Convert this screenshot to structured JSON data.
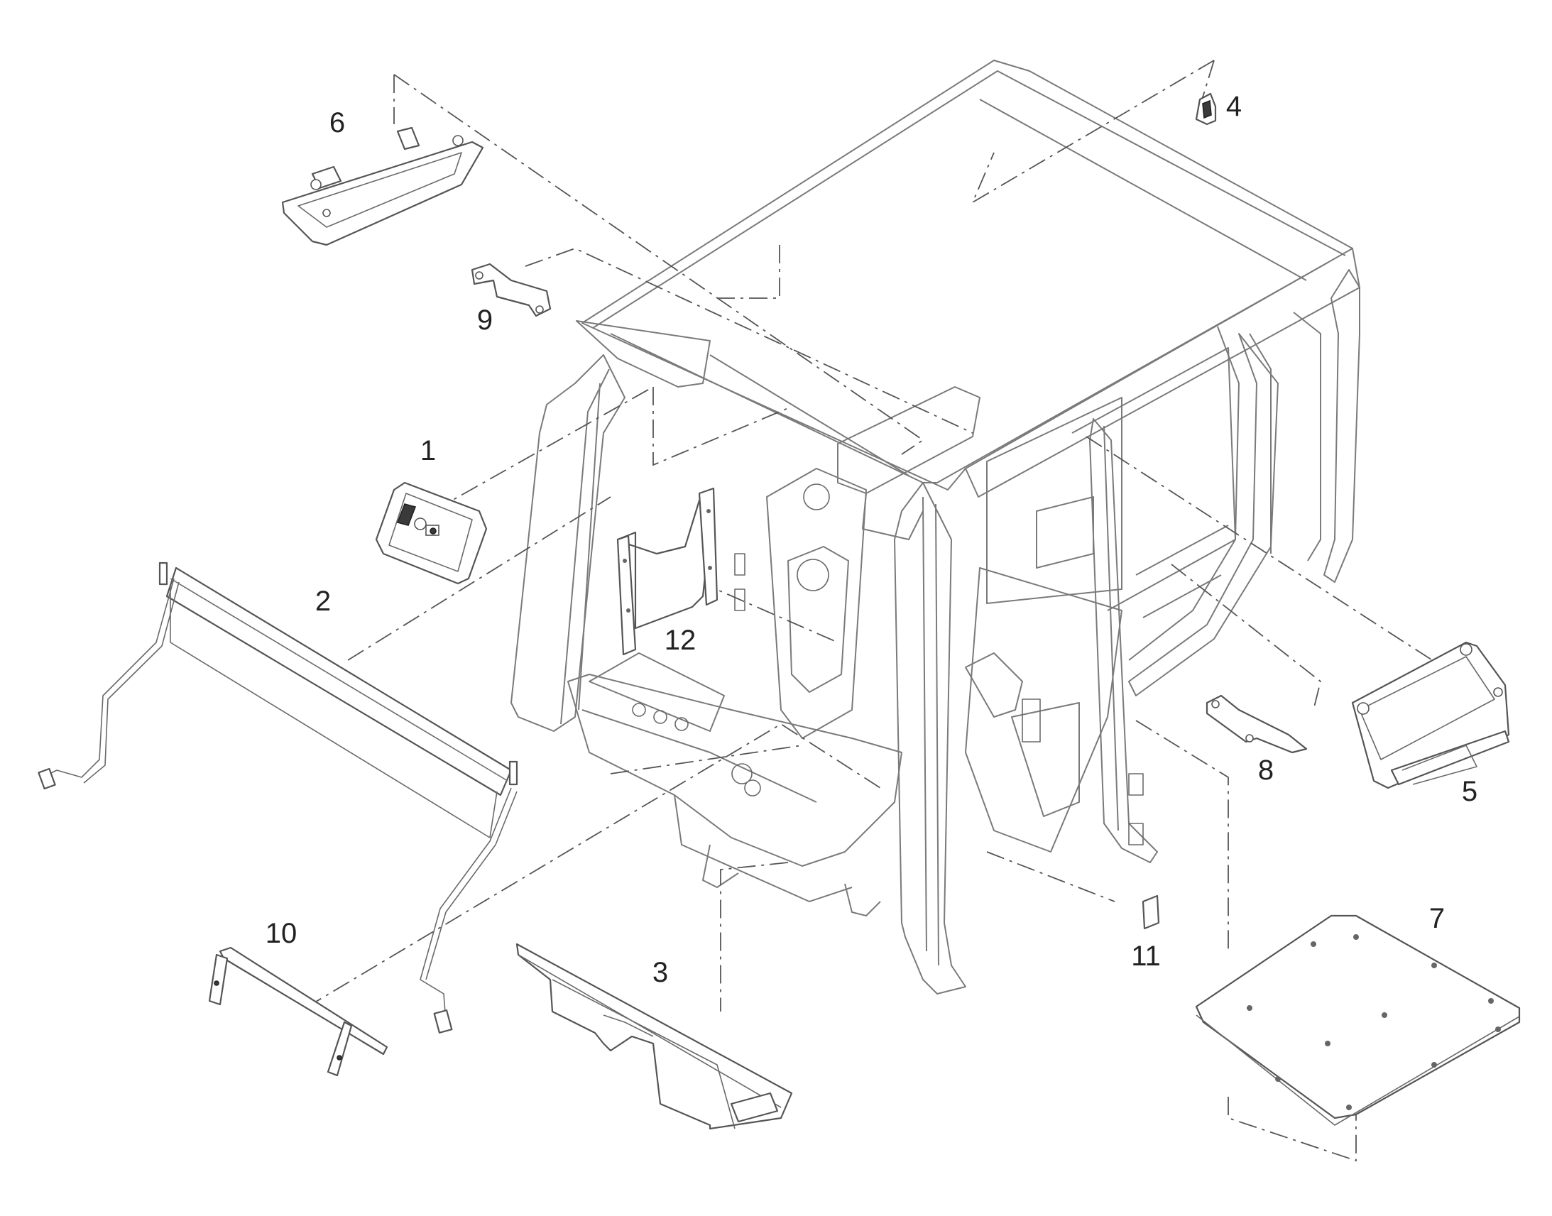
{
  "labels": {
    "part_1": "1",
    "part_2": "2",
    "part_3": "3",
    "part_4": "4",
    "part_5": "5",
    "part_6": "6",
    "part_7": "7",
    "part_8": "8",
    "part_9": "9",
    "part_10": "10",
    "part_11": "11",
    "part_12": "12"
  }
}
